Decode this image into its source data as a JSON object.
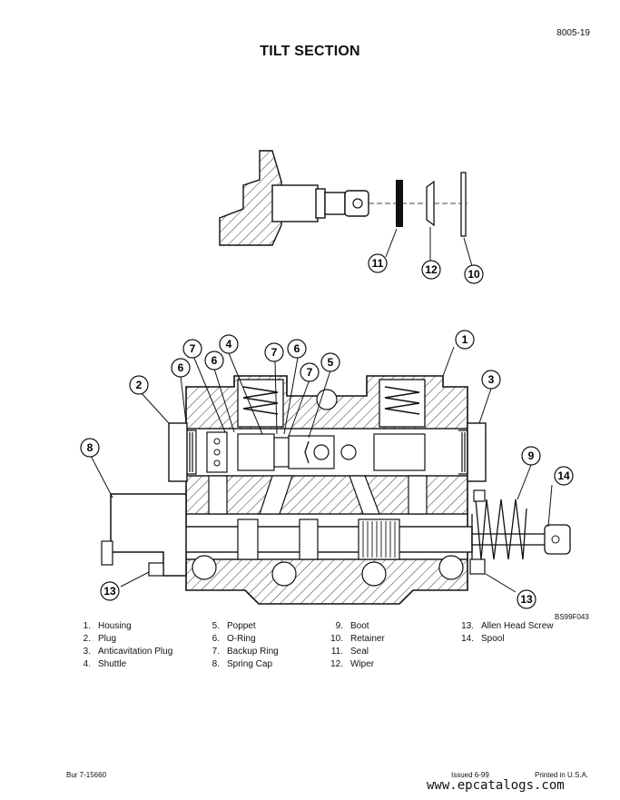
{
  "page_number": "8005-19",
  "title": "TILT SECTION",
  "figure_id": "BS99F043",
  "callouts": [
    "11",
    "12",
    "10",
    "7",
    "4",
    "7",
    "6",
    "6",
    "7",
    "5",
    "1",
    "2",
    "3",
    "8",
    "9",
    "14",
    "13",
    "13"
  ],
  "legend": [
    [
      {
        "num": "1.",
        "label": "Housing"
      },
      {
        "num": "2.",
        "label": "Plug"
      },
      {
        "num": "3.",
        "label": "Anticavitation Plug"
      },
      {
        "num": "4.",
        "label": "Shuttle"
      }
    ],
    [
      {
        "num": "5.",
        "label": "Poppet"
      },
      {
        "num": "6.",
        "label": "O-Ring"
      },
      {
        "num": "7.",
        "label": "Backup Ring"
      },
      {
        "num": "8.",
        "label": "Spring Cap"
      }
    ],
    [
      {
        "num": "9.",
        "label": "Boot"
      },
      {
        "num": "10.",
        "label": "Retainer"
      },
      {
        "num": "11.",
        "label": "Seal"
      },
      {
        "num": "12.",
        "label": "Wiper"
      }
    ],
    [
      {
        "num": "13.",
        "label": "Allen Head Screw"
      },
      {
        "num": "14.",
        "label": "Spool"
      }
    ]
  ],
  "footer": {
    "left": "Bur 7-15660",
    "issued": "Issued 6-99",
    "printed": "Printed in U.S.A."
  },
  "watermark": "www.epcatalogs.com"
}
